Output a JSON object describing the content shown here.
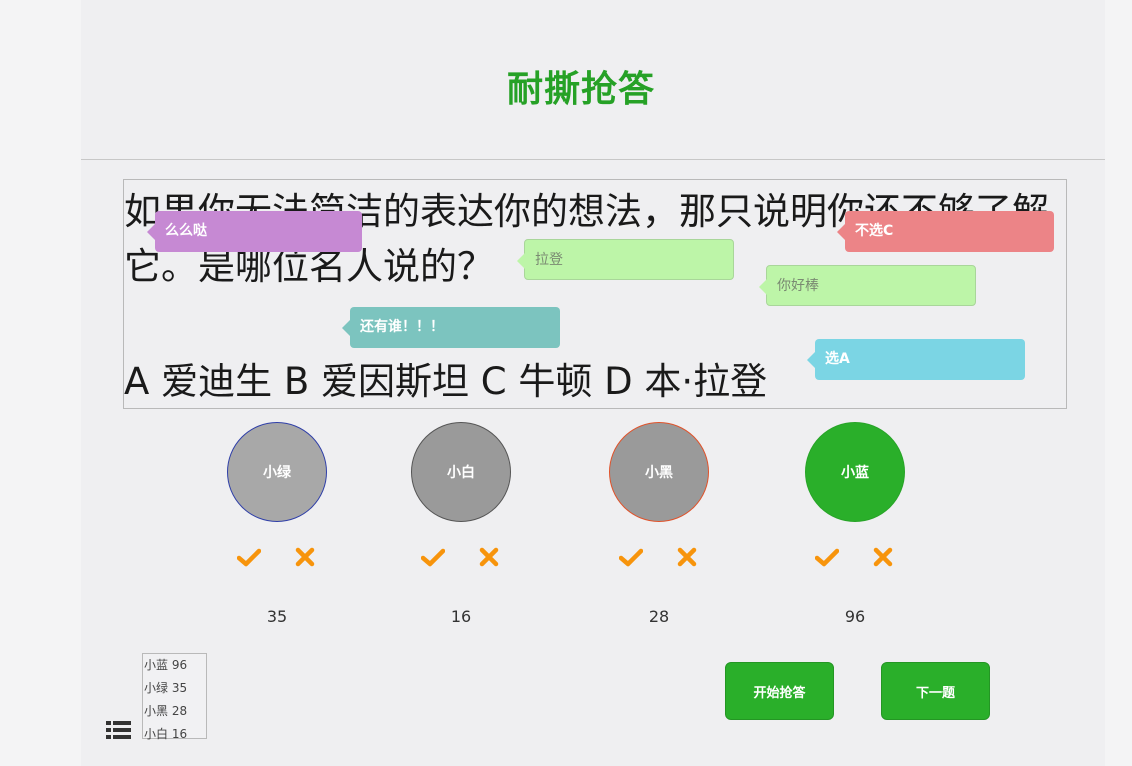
{
  "app": {
    "title": "耐撕抢答"
  },
  "question": {
    "text": "如果你无法简洁的表达你的想法，那只说明你还不够了解它。是哪位名人说的？",
    "options": "A 爱迪生 B 爱因斯坦 C 牛顿 D 本·拉登"
  },
  "danmaku": [
    {
      "text": "么么哒",
      "style": "purple"
    },
    {
      "text": "不选C",
      "style": "red"
    },
    {
      "text": "拉登",
      "style": "green"
    },
    {
      "text": "你好棒",
      "style": "green"
    },
    {
      "text": "还有谁！！！",
      "style": "teal"
    },
    {
      "text": "选A",
      "style": "cyan"
    }
  ],
  "players": [
    {
      "name": "小绿",
      "score": "35",
      "ring": "#2f3fa8",
      "fill": "#a8a8a8"
    },
    {
      "name": "小白",
      "score": "16",
      "ring": "#555555",
      "fill": "#9a9a9a"
    },
    {
      "name": "小黑",
      "score": "28",
      "ring": "#e0522a",
      "fill": "#9a9a9a"
    },
    {
      "name": "小蓝",
      "score": "96",
      "ring": "#28a428",
      "fill": "#2aaf2a"
    }
  ],
  "ranking": [
    {
      "name": "小蓝",
      "score": "96"
    },
    {
      "name": "小绿",
      "score": "35"
    },
    {
      "name": "小黑",
      "score": "28"
    },
    {
      "name": "小白",
      "score": "16"
    }
  ],
  "buttons": {
    "start": "开始抢答",
    "next": "下一题"
  },
  "colors": {
    "title": "#26a126",
    "icon": "#f7940c",
    "button": "#2aaf2a"
  },
  "icons": {
    "correct": "check-icon",
    "wrong": "close-icon",
    "ranking_toggle": "list-icon"
  }
}
